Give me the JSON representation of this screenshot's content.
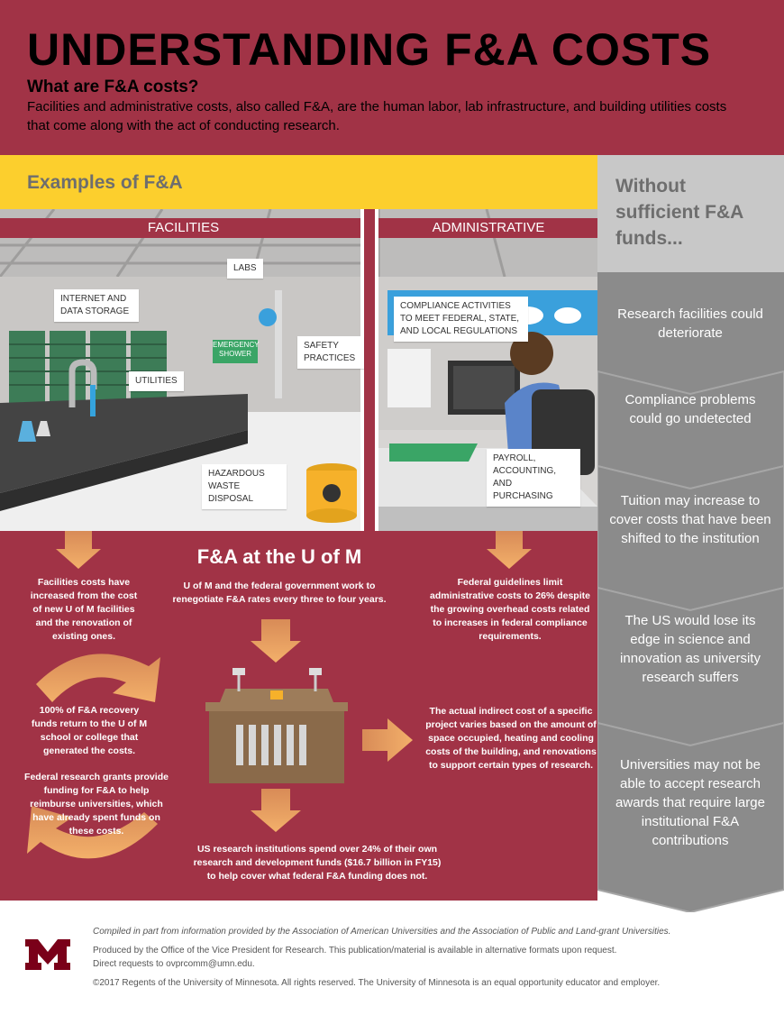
{
  "header": {
    "title": "UNDERSTANDING F&A COSTS",
    "subtitle": "What are F&A costs?",
    "description": "Facilities and administrative costs, also called F&A, are the human labor, lab infrastructure, and building utilities costs that come along with the act of conducting research."
  },
  "examples": {
    "title": "Examples of F&A",
    "facilities_label": "FACILITIES",
    "administrative_label": "ADMINISTRATIVE",
    "labels": {
      "labs": "LABS",
      "internet": "INTERNET AND DATA STORAGE",
      "emergency_shower": "EMERGENCY SHOWER",
      "safety": "SAFETY PRACTICES",
      "utilities": "UTILITIES",
      "hazardous": "HAZARDOUS WASTE DISPOSAL",
      "compliance": "COMPLIANCE ACTIVITIES TO MEET FEDERAL, STATE, AND LOCAL REGULATIONS",
      "payroll": "PAYROLL, ACCOUNTING, AND PURCHASING"
    }
  },
  "without": {
    "title": "Without sufficient F&A funds...",
    "items": [
      "Research facilities could deteriorate",
      "Compliance problems could go undetected",
      "Tuition may increase to cover costs that have been shifted to the institution",
      "The US would lose its edge in science and innovation as university research suffers",
      "Universities may not be able to accept research awards that require large institutional F&A contributions"
    ]
  },
  "umn": {
    "title": "F&A at the U of M",
    "facilities_costs": "Facilities costs have increased from the cost of new U of M facilities and the renovation of existing ones.",
    "renegotiate": "U of M and the federal government work to renegotiate F&A rates every three to four years.",
    "federal_guidelines": "Federal guidelines limit administrative costs to 26% despite the growing overhead costs related to increases in federal compliance requirements.",
    "recovery": "100% of F&A recovery funds return to the U of M school or college that generated the costs.",
    "actual_cost": "The actual indirect cost of a specific project varies based on the amount of space occupied, heating and cooling costs of the building, and renovations to support certain types of research.",
    "grants": "Federal research grants provide funding for F&A to help reimburse universities, which have already spent funds on these costs.",
    "us_institutions": "US research institutions spend over 24% of their own research and development funds ($16.7 billion in FY15) to help cover what federal F&A funding does not."
  },
  "footer": {
    "compiled": "Compiled in part from information provided by the Association of American Universities and the Association of Public and Land-grant Universities.",
    "produced": "Produced by the Office of the Vice President for Research. This publication/material is available in alternative formats upon request.",
    "direct": "Direct requests to ovprcomm@umn.edu.",
    "copyright": "©2017 Regents of the University of Minnesota. All rights reserved. The University of Minnesota is an equal opportunity educator and employer."
  },
  "colors": {
    "maroon": "#a13346",
    "gold": "#fccf2d",
    "gray": "#8b8b8b",
    "arrow": "#f0a35a"
  }
}
